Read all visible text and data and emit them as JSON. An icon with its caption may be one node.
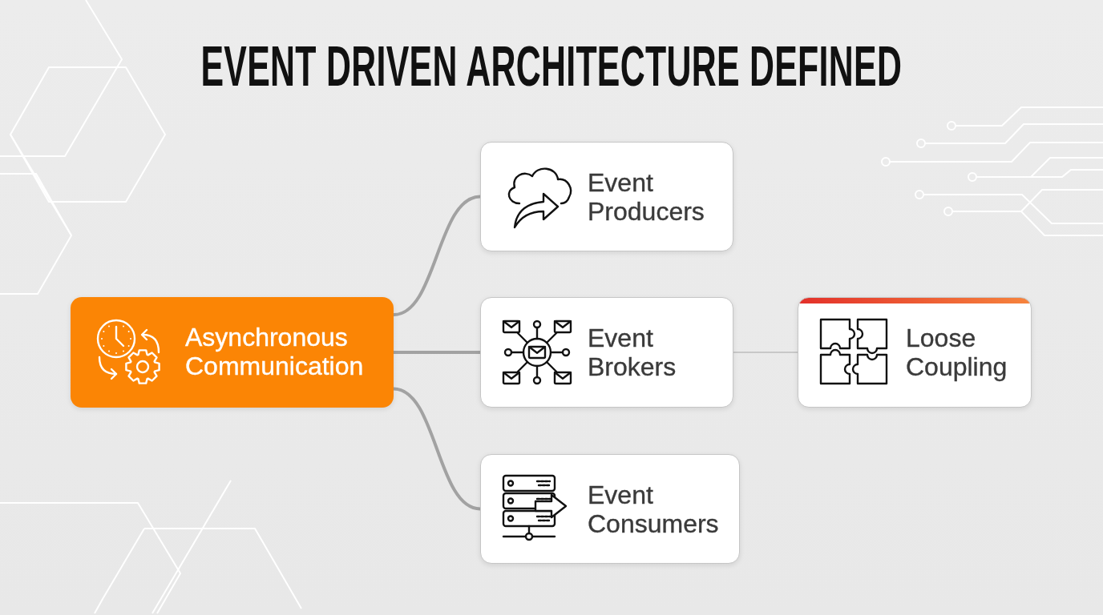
{
  "diagram": {
    "title": "EVENT DRIVEN ARCHITECTURE DEFINED",
    "nodes": [
      {
        "text": [
          "Asynchronous Communication"
        ]
      },
      {
        "text": [
          "Event Producers"
        ]
      },
      {
        "text": [
          "Event Brokers"
        ]
      },
      {
        "text": [
          "Loose Coupling"
        ]
      },
      {
        "text": [
          "Event Consumers"
        ]
      }
    ],
    "edges": [
      {
        "from": 0,
        "to": 1,
        "arrow": "none"
      },
      {
        "from": 0,
        "to": 2,
        "arrow": "none"
      },
      {
        "from": 0,
        "to": 4,
        "arrow": "none"
      },
      {
        "from": 2,
        "to": 3,
        "arrow": "none",
        "color": "#bdbdbd"
      }
    ]
  }
}
